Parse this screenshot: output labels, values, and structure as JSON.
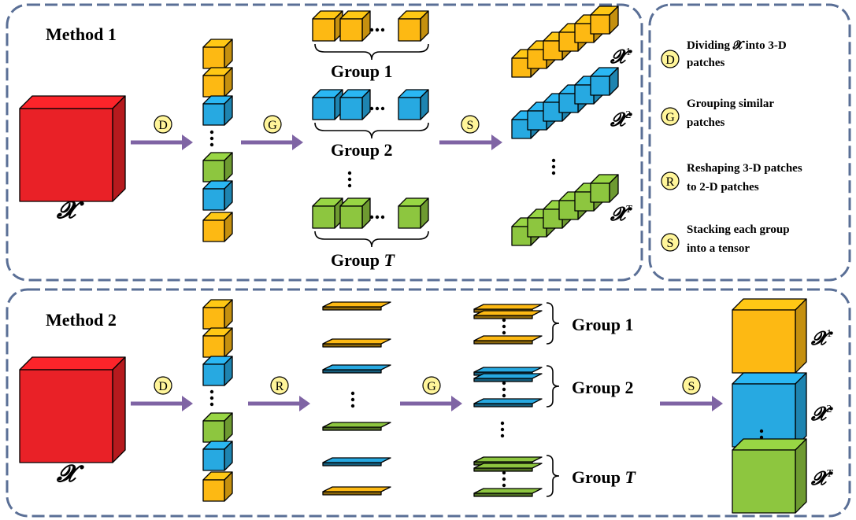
{
  "colors": {
    "panel_border": "#5a6f96",
    "red": "#e92127",
    "orange": "#fdb913",
    "blue": "#27a9e1",
    "green": "#8dc63f",
    "arrow": "#7f64a4",
    "circle_fill": "#fff59a"
  },
  "method1": {
    "title": "Method 1",
    "tensor_label": "𝓧",
    "steps": [
      "D",
      "G",
      "S"
    ],
    "groups": [
      "Group 1",
      "Group 2"
    ],
    "group_t_prefix": "Group ",
    "group_t_var": "T",
    "outputs": [
      {
        "base": "𝓧",
        "sup": "1"
      },
      {
        "base": "𝓧",
        "sup": "2"
      },
      {
        "base": "𝓧",
        "sup": "T"
      }
    ]
  },
  "method2": {
    "title": "Method 2",
    "tensor_label": "𝓧",
    "steps": [
      "D",
      "R",
      "G",
      "S"
    ],
    "groups": [
      "Group 1",
      "Group 2"
    ],
    "group_t_prefix": "Group ",
    "group_t_var": "T",
    "outputs": [
      {
        "base": "𝓧",
        "sup": "1"
      },
      {
        "base": "𝓧",
        "sup": "2"
      },
      {
        "base": "𝓧",
        "sup": "T"
      }
    ]
  },
  "legend": [
    {
      "letter": "D",
      "lines": [
        "Dividing 𝓧 into 3-D",
        "patches"
      ]
    },
    {
      "letter": "G",
      "lines": [
        "Grouping similar",
        "patches"
      ]
    },
    {
      "letter": "R",
      "lines": [
        "Reshaping 3-D patches",
        "to 2-D patches"
      ]
    },
    {
      "letter": "S",
      "lines": [
        "Stacking each group",
        "into a tensor"
      ]
    }
  ]
}
